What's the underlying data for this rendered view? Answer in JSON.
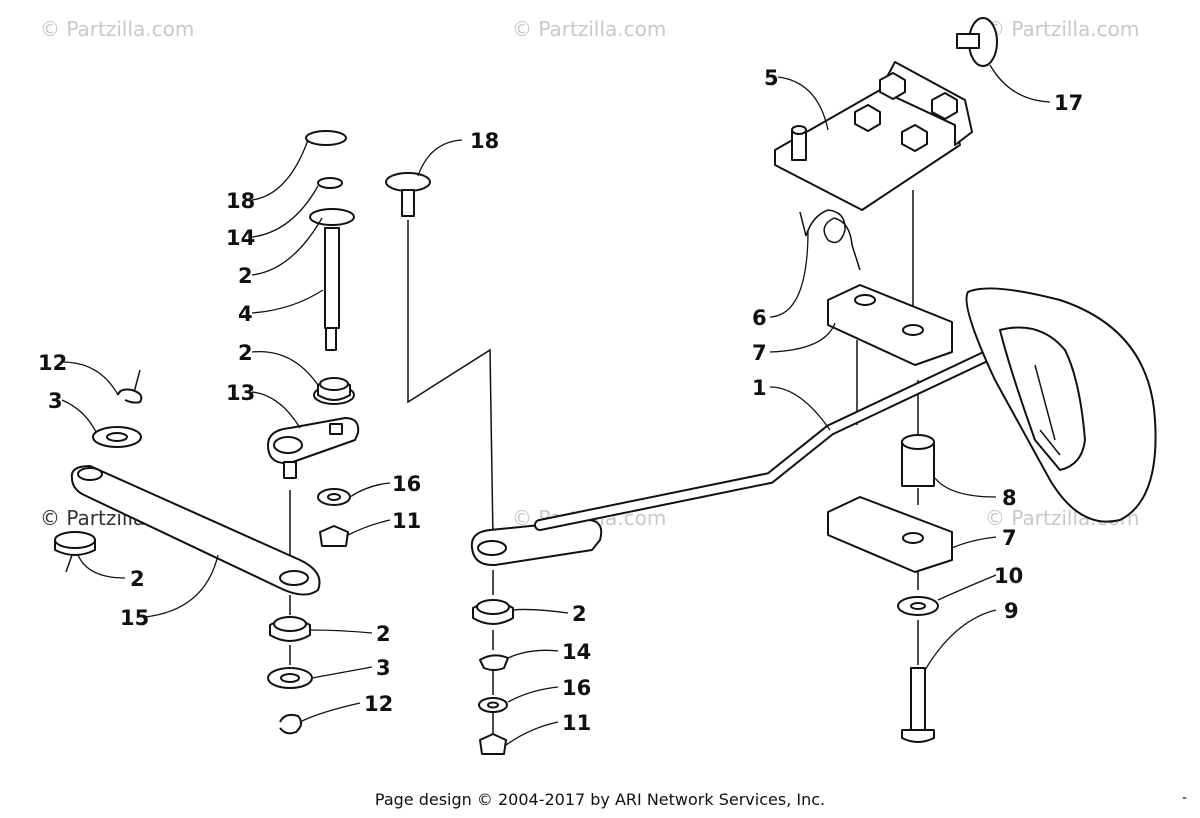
{
  "watermarks": [
    "© Partzilla.com",
    "© Partzilla.com",
    "© Partzilla.com",
    "© Partzilla.com",
    "© Partzilla.com",
    "© Partzilla.com"
  ],
  "callouts": {
    "c18a": "18",
    "c18b": "18",
    "c14a": "14",
    "c2a": "2",
    "c4": "4",
    "c2b": "2",
    "c13": "13",
    "c16a": "16",
    "c11a": "11",
    "c12a": "12",
    "c3a": "3",
    "c2c": "2",
    "c15": "15",
    "c2d": "2",
    "c3b": "3",
    "c12b": "12",
    "c5": "5",
    "c17": "17",
    "c6": "6",
    "c7a": "7",
    "c1": "1",
    "c8": "8",
    "c7b": "7",
    "c10": "10",
    "c9": "9",
    "c2e": "2",
    "c14b": "14",
    "c16b": "16",
    "c11b": "11"
  },
  "footer": "Page design © 2004-2017 by ARI Network Services, Inc.",
  "corner_mark": "-"
}
